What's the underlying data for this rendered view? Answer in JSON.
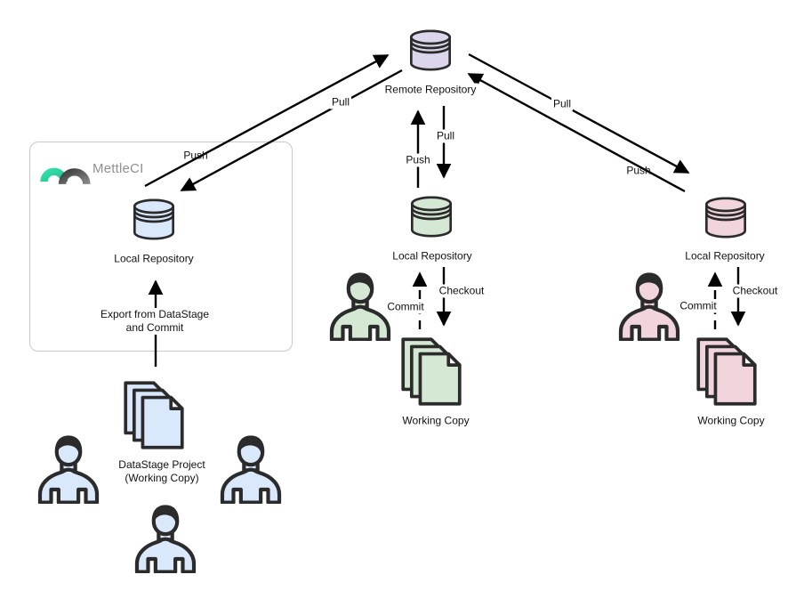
{
  "diagram": {
    "brand": {
      "name": "MettleCI"
    },
    "colors": {
      "canvas_bg": "#ffffff",
      "stroke": "#2b2b2b",
      "arrow": "#000000",
      "label_text": "#111111",
      "box_border": "#c9c9c9",
      "brand_text": "#8f8f8f",
      "remote_fill": "#dcd5ec",
      "blue_fill": "#dae8fc",
      "green_fill": "#d5e8d4",
      "pink_fill": "#f2d4dc"
    },
    "nodes": {
      "remote_repo": {
        "label": "Remote Repository"
      },
      "local_repo_left": {
        "label": "Local Repository"
      },
      "local_repo_center": {
        "label": "Local Repository"
      },
      "local_repo_right": {
        "label": "Local Repository"
      },
      "working_copy_center": {
        "label": "Working Copy"
      },
      "working_copy_right": {
        "label": "Working Copy"
      },
      "datastage_project": {
        "line1": "DataStage Project",
        "line2": "(Working Copy)"
      }
    },
    "arrows": {
      "push_left": {
        "label": "Push"
      },
      "pull_left": {
        "label": "Pull"
      },
      "push_center": {
        "label": "Push"
      },
      "pull_center": {
        "label": "Pull"
      },
      "pull_right": {
        "label": "Pull"
      },
      "push_right": {
        "label": "Push"
      },
      "commit_center": {
        "label": "Commit"
      },
      "checkout_center": {
        "label": "Checkout"
      },
      "commit_right": {
        "label": "Commit"
      },
      "checkout_right": {
        "label": "Checkout"
      },
      "export_commit": {
        "line1": "Export from DataStage",
        "line2": "and Commit"
      }
    }
  }
}
